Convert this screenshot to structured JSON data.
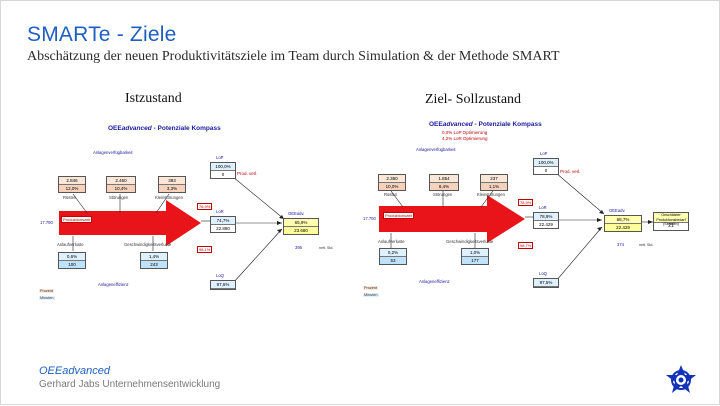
{
  "header": {
    "title": "SMARTe  - Ziele",
    "subtitle": "Abschätzung der neuen Produktivitätsziele im Team durch Simulation & der Methode SMART"
  },
  "left": {
    "heading": "Istzustand",
    "title_prefix": "OEE",
    "title_italic": "advanced",
    "title_suffix": " - Potenziale Kompass",
    "anlagen": "Anlagenverfügbarkeit",
    "effizienz": "Anlageneffizienz",
    "ruest": {
      "label": "Rüsten",
      "v1": "2.846",
      "v2": "12,0%"
    },
    "stoer": {
      "label": "Störungen",
      "v1": "2.460",
      "v2": "10,4%"
    },
    "klein": {
      "label": "Kleinstörungen",
      "v1": "393",
      "v2": "3,3%"
    },
    "anlauf": {
      "label": "Anlaufverluste",
      "v1": "0,6%",
      "v2": "100"
    },
    "geschw": {
      "label": "Geschwindigkeitsverluste",
      "v1": "1,4%",
      "v2": "243"
    },
    "lop": {
      "label": "LoP",
      "v1": "100,0%",
      "v2": "0"
    },
    "lor": {
      "label": "LoR",
      "v1": "74,7%",
      "v2": "22.880"
    },
    "loq": {
      "label": "LoQ",
      "v1": "97,6%",
      "v2": ""
    },
    "oee": {
      "label": "OEEadv.",
      "v1": "65,9%",
      "v2": "23.680"
    },
    "start": "17.790",
    "prod": "Produktionszeit",
    "tag1": "Prod. verl.",
    "tag2": "76,9%",
    "tag3": "98,1%",
    "units": "395",
    "units_label": "nett. Std.",
    "legend1": "Prozent",
    "legend2": "Minuten"
  },
  "right": {
    "heading": "Ziel- Sollzustand",
    "title_prefix": "OEE",
    "title_italic": "advanced",
    "title_suffix": " - Potenziale Kompass",
    "opt1": "0,0%  LoP Optimierung",
    "opt2": "4,2%  LoR Optimierung",
    "anlagen": "Anlagenverfügbarkeit",
    "effizienz": "Anlageneffizienz",
    "ruest": {
      "label": "Rüsten",
      "v1": "2.360",
      "v2": "10,0%"
    },
    "stoer": {
      "label": "Störungen",
      "v1": "1.854",
      "v2": "8,4%"
    },
    "klein": {
      "label": "Kleinstörungen",
      "v1": "237",
      "v2": "1,1%"
    },
    "anlauf": {
      "label": "Anlaufverluste",
      "v1": "0,2%",
      "v2": "53"
    },
    "geschw": {
      "label": "Geschwindigkeitsverluste",
      "v1": "1,0%",
      "v2": "177"
    },
    "lop": {
      "label": "LoP",
      "v1": "100,0%",
      "v2": "0"
    },
    "lor": {
      "label": "LoR",
      "v1": "78,9%",
      "v2": "22.429"
    },
    "loq": {
      "label": "LoQ",
      "v1": "97,5%",
      "v2": ""
    },
    "oee": {
      "label": "OEEadv.",
      "v1": "68,7%",
      "v2": "22.429"
    },
    "target": {
      "label": "Geschätzter Produktionsbedarf (Stunden)",
      "value": "21"
    },
    "start": "17.700",
    "prod": "Produktionszeit",
    "tag1": "Prod. verl.",
    "tag2": "78,9%",
    "tag3": "98,7%",
    "units": "374",
    "units_label": "nett. Std.",
    "legend1": "Prozent",
    "legend2": "Minuten"
  },
  "footer": {
    "brand": "OEEadvanced",
    "company": "Gerhard Jabs Unternehmensentwicklung"
  },
  "colors": {
    "accent": "#1f5fbf",
    "arrow": "#e8141a"
  }
}
